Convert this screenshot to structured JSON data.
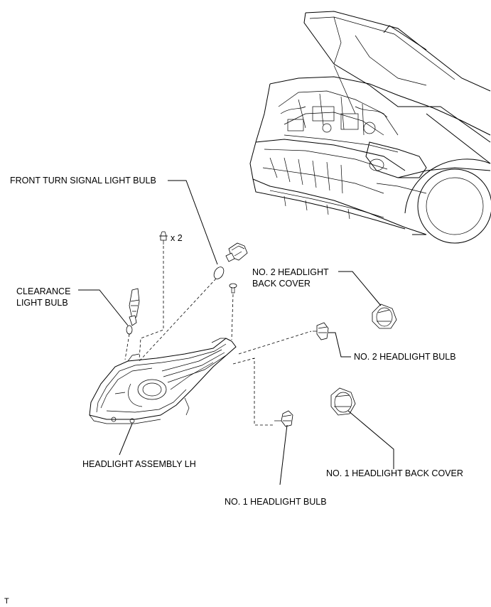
{
  "labels": {
    "front_turn_signal_light_bulb": "FRONT TURN SIGNAL LIGHT BULB",
    "qty_x2": "x 2",
    "clearance_light_bulb_line1": "CLEARANCE",
    "clearance_light_bulb_line2": "LIGHT BULB",
    "no2_headlight_back_cover_line1": "NO. 2 HEADLIGHT",
    "no2_headlight_back_cover_line2": "BACK COVER",
    "no2_headlight_bulb": "NO. 2 HEADLIGHT BULB",
    "headlight_assembly_lh": "HEADLIGHT ASSEMBLY LH",
    "no1_headlight_back_cover": "NO. 1 HEADLIGHT BACK COVER",
    "no1_headlight_bulb": "NO. 1 HEADLIGHT BULB",
    "corner_mark": "T"
  }
}
